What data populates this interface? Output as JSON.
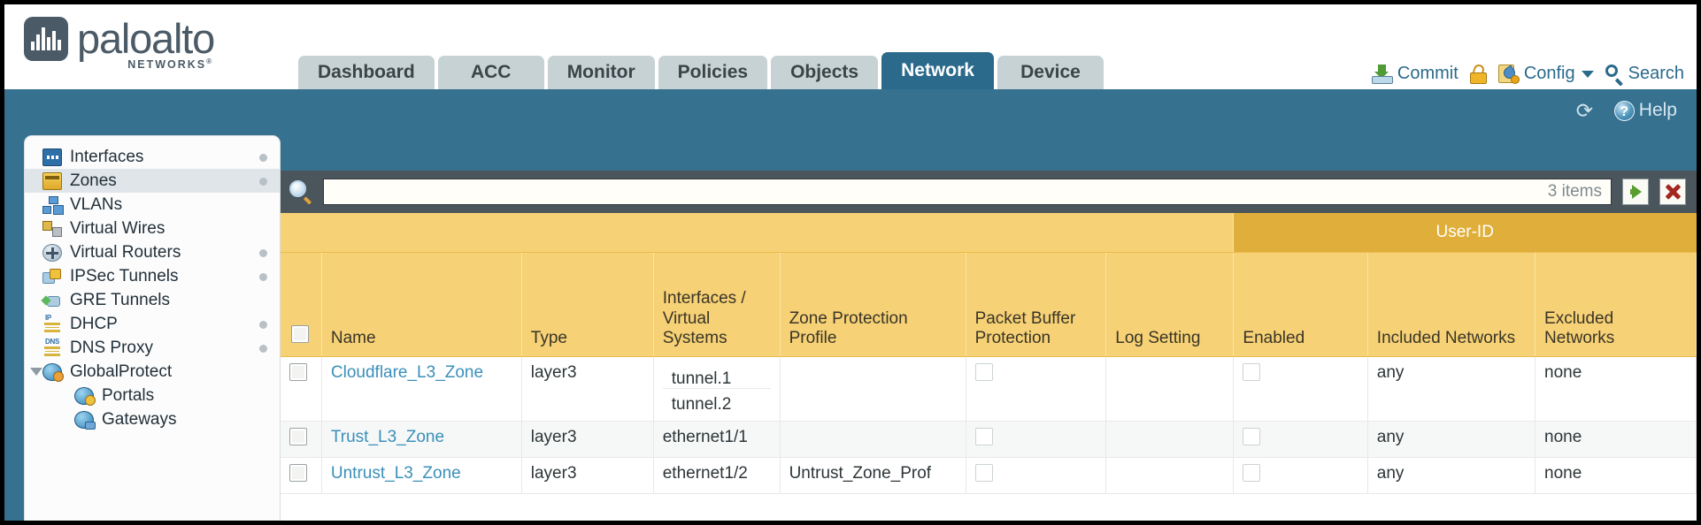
{
  "brand": {
    "name": "paloalto",
    "sub": "NETWORKS",
    "reg": "®"
  },
  "tabs": [
    {
      "label": "Dashboard",
      "active": false
    },
    {
      "label": "ACC",
      "active": false
    },
    {
      "label": "Monitor",
      "active": false
    },
    {
      "label": "Policies",
      "active": false
    },
    {
      "label": "Objects",
      "active": false
    },
    {
      "label": "Network",
      "active": true
    },
    {
      "label": "Device",
      "active": false
    }
  ],
  "toolset": {
    "commit": "Commit",
    "config": "Config",
    "search": "Search"
  },
  "subbar": {
    "help": "Help"
  },
  "sidebar": {
    "items": [
      {
        "label": "Interfaces",
        "icon": "interfaces-icon",
        "selected": false,
        "dot": true,
        "child": false,
        "expand": false
      },
      {
        "label": "Zones",
        "icon": "zones-icon",
        "selected": true,
        "dot": true,
        "child": false,
        "expand": false
      },
      {
        "label": "VLANs",
        "icon": "vlans-icon",
        "selected": false,
        "dot": false,
        "child": false,
        "expand": false
      },
      {
        "label": "Virtual Wires",
        "icon": "virtual-wires-icon",
        "selected": false,
        "dot": false,
        "child": false,
        "expand": false
      },
      {
        "label": "Virtual Routers",
        "icon": "virtual-routers-icon",
        "selected": false,
        "dot": true,
        "child": false,
        "expand": false
      },
      {
        "label": "IPSec Tunnels",
        "icon": "ipsec-tunnels-icon",
        "selected": false,
        "dot": true,
        "child": false,
        "expand": false
      },
      {
        "label": "GRE Tunnels",
        "icon": "gre-tunnels-icon",
        "selected": false,
        "dot": false,
        "child": false,
        "expand": false
      },
      {
        "label": "DHCP",
        "icon": "dhcp-icon",
        "selected": false,
        "dot": true,
        "child": false,
        "expand": false
      },
      {
        "label": "DNS Proxy",
        "icon": "dns-proxy-icon",
        "selected": false,
        "dot": true,
        "child": false,
        "expand": false
      },
      {
        "label": "GlobalProtect",
        "icon": "globalprotect-icon",
        "selected": false,
        "dot": false,
        "child": false,
        "expand": true
      },
      {
        "label": "Portals",
        "icon": "portals-icon",
        "selected": false,
        "dot": false,
        "child": true,
        "expand": false
      },
      {
        "label": "Gateways",
        "icon": "gateways-icon",
        "selected": false,
        "dot": false,
        "child": true,
        "expand": false
      }
    ]
  },
  "filter": {
    "value": "",
    "placeholder": "",
    "items_count": "3 items",
    "apply_title": "Apply Filter",
    "clear_title": "Clear Filter"
  },
  "table": {
    "group_header": "User-ID",
    "columns": [
      "Name",
      "Type",
      "Interfaces / Virtual Systems",
      "Zone Protection Profile",
      "Packet Buffer Protection",
      "Log Setting",
      "Enabled",
      "Included Networks",
      "Excluded Networks"
    ],
    "rows": [
      {
        "name": "Cloudflare_L3_Zone",
        "type": "layer3",
        "interfaces": [
          "tunnel.1",
          "tunnel.2"
        ],
        "zone_protection_profile": "",
        "packet_buffer_protection": false,
        "log_setting": "",
        "enabled": false,
        "included_networks": "any",
        "excluded_networks": "none",
        "selected": false
      },
      {
        "name": "Trust_L3_Zone",
        "type": "layer3",
        "interfaces": [
          "ethernet1/1"
        ],
        "zone_protection_profile": "",
        "packet_buffer_protection": false,
        "log_setting": "",
        "enabled": false,
        "included_networks": "any",
        "excluded_networks": "none",
        "selected": false
      },
      {
        "name": "Untrust_L3_Zone",
        "type": "layer3",
        "interfaces": [
          "ethernet1/2"
        ],
        "zone_protection_profile": "Untrust_Zone_Prof",
        "packet_buffer_protection": false,
        "log_setting": "",
        "enabled": false,
        "included_networks": "any",
        "excluded_networks": "none",
        "selected": false
      }
    ]
  },
  "colors": {
    "brand_blue": "#36718f",
    "active_tab": "#2b6a8b",
    "header_amber": "#f6d175",
    "group_amber": "#e0ae3a",
    "link_blue": "#3a8fba"
  }
}
